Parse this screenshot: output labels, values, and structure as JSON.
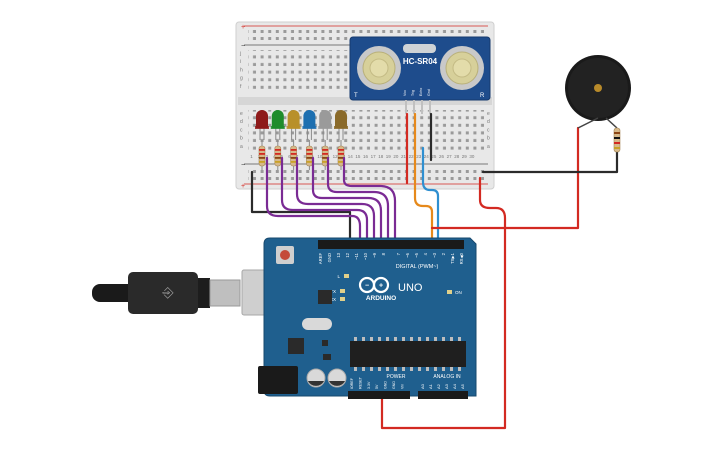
{
  "sensor": {
    "model": "HC-SR04",
    "pins": [
      "Vcc",
      "Trig",
      "Echo",
      "Gnd"
    ],
    "corner_left": "T",
    "corner_right": "R"
  },
  "breadboard": {
    "row_letters_top": [
      "j",
      "i",
      "h",
      "g",
      "f"
    ],
    "row_letters_bottom": [
      "e",
      "d",
      "c",
      "b",
      "a"
    ],
    "column_numbers": [
      "1",
      "2",
      "3",
      "4",
      "5",
      "6",
      "7",
      "8",
      "9",
      "10",
      "11",
      "12",
      "13",
      "14",
      "15",
      "16",
      "17",
      "18",
      "19",
      "20",
      "21",
      "22",
      "23",
      "24",
      "25",
      "26",
      "27",
      "28",
      "29",
      "30"
    ],
    "rail_plus": "+",
    "rail_minus": "−"
  },
  "leds": [
    {
      "color": "#8e1a1a"
    },
    {
      "color": "#1f8c2b"
    },
    {
      "color": "#b8902a"
    },
    {
      "color": "#1d6fb0"
    },
    {
      "color": "#9a9a9a"
    },
    {
      "color": "#8a6a2a"
    }
  ],
  "arduino": {
    "brand": "ARDUINO",
    "model": "UNO",
    "digital_label": "DIGITAL (PWM~)",
    "digital_pins": [
      "AREF",
      "GND",
      "13",
      "12",
      "~11",
      "~10",
      "~9",
      "8",
      "7",
      "~6",
      "~5",
      "4",
      "~3",
      "2",
      "TX▶1",
      "RX◀0"
    ],
    "power_label": "POWER",
    "power_pins": [
      "IOREF",
      "RESET",
      "3.3V",
      "5V",
      "GND",
      "GND",
      "Vin"
    ],
    "analog_label": "ANALOG IN",
    "analog_pins": [
      "A0",
      "A1",
      "A2",
      "A3",
      "A4",
      "A5"
    ],
    "led_labels": [
      "L",
      "TX",
      "RX"
    ],
    "on_label": "ON"
  },
  "colors": {
    "board_blue": "#1f5f8e",
    "board_dark": "#17496e",
    "wire_purple": "#7a2b94",
    "wire_red": "#d32a22",
    "wire_orange": "#e6891b",
    "wire_blue": "#2f8fd0",
    "wire_black": "#2b2b2b"
  }
}
